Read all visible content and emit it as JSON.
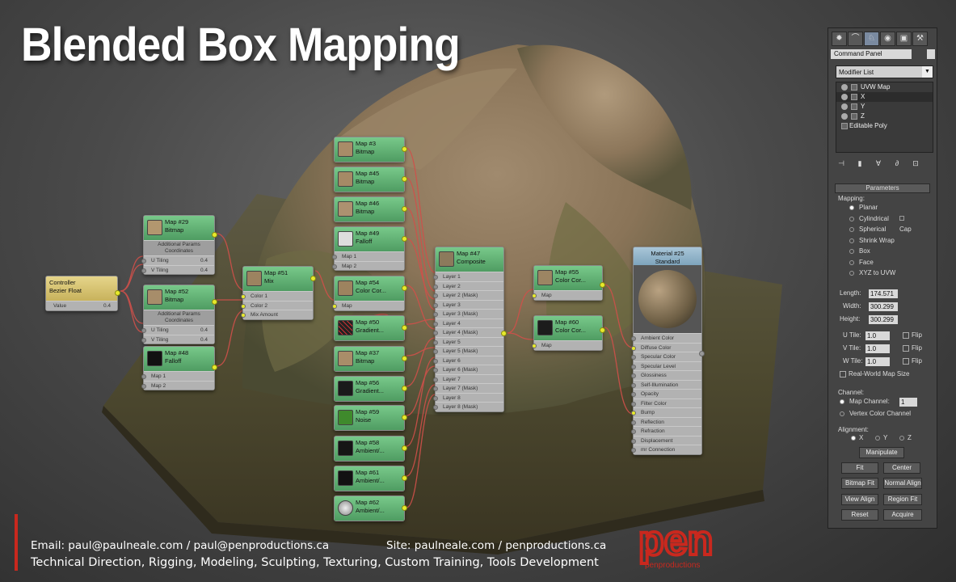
{
  "title": "Blended Box Mapping",
  "colors": {
    "node_green": "#5aa66c",
    "pin_yellow": "#e7ea2c",
    "wire_red": "#d0504a",
    "accent_red": "#c9281e"
  },
  "nodes": {
    "controller": {
      "title1": "Controller",
      "title2": "Bezier Float",
      "row_label": "Value",
      "row_value": "0.4"
    },
    "map29": {
      "title1": "Map #29",
      "title2": "Bitmap",
      "sub": "Additional Params",
      "sub2": "Coordinates",
      "u_label": "U Tiling",
      "u_value": "0.4",
      "v_label": "V Tiling",
      "v_value": "0.4"
    },
    "map52": {
      "title1": "Map #52",
      "title2": "Bitmap",
      "sub": "Additional Params",
      "sub2": "Coordinates",
      "u_label": "U Tiling",
      "u_value": "0.4",
      "v_label": "V Tiling",
      "v_value": "0.4"
    },
    "map48": {
      "title1": "Map #48",
      "title2": "Falloff",
      "row1": "Map 1",
      "row2": "Map 2"
    },
    "map51": {
      "title1": "Map #51",
      "title2": "Mix",
      "row1": "Color 1",
      "row2": "Color 2",
      "row3": "Mix Amount"
    },
    "map3": {
      "title1": "Map #3",
      "title2": "Bitmap"
    },
    "map45": {
      "title1": "Map #45",
      "title2": "Bitmap"
    },
    "map46": {
      "title1": "Map #46",
      "title2": "Bitmap"
    },
    "map49": {
      "title1": "Map #49",
      "title2": "Falloff",
      "row1": "Map 1",
      "row2": "Map 2"
    },
    "map54": {
      "title1": "Map #54",
      "title2": "Color Cor...",
      "row1": "Map"
    },
    "map50": {
      "title1": "Map #50",
      "title2": "Gradient..."
    },
    "map37": {
      "title1": "Map #37",
      "title2": "Bitmap"
    },
    "map56": {
      "title1": "Map #56",
      "title2": "Gradient..."
    },
    "map59": {
      "title1": "Map #59",
      "title2": "Noise"
    },
    "map58": {
      "title1": "Map #58",
      "title2": "Ambient/..."
    },
    "map61": {
      "title1": "Map #61",
      "title2": "Ambient/..."
    },
    "map62": {
      "title1": "Map #62",
      "title2": "Ambient/..."
    },
    "map47": {
      "title1": "Map #47",
      "title2": "Composite",
      "layers": [
        "Layer 1",
        "Layer 2",
        "Layer 2 (Mask)",
        "Layer 3",
        "Layer 3 (Mask)",
        "Layer 4",
        "Layer 4 (Mask)",
        "Layer 5",
        "Layer 5 (Mask)",
        "Layer 6",
        "Layer 6 (Mask)",
        "Layer 7",
        "Layer 7 (Mask)",
        "Layer 8",
        "Layer 8 (Mask)"
      ]
    },
    "map55": {
      "title1": "Map #55",
      "title2": "Color Cor...",
      "row1": "Map"
    },
    "map60": {
      "title1": "Map #60",
      "title2": "Color Cor...",
      "row1": "Map"
    },
    "material25": {
      "title1": "Material #25",
      "title2": "Standard",
      "slots": [
        "Ambient Color",
        "Diffuse Color",
        "Specular Color",
        "Specular Level",
        "Glossiness",
        "Self-Illumination",
        "Opacity",
        "Filter Color",
        "Bump",
        "Reflection",
        "Refraction",
        "Displacement",
        "mr Connection"
      ]
    }
  },
  "command_panel": {
    "tabs": [
      "✹",
      "⌒",
      "♘",
      "◉",
      "▣",
      "⚒"
    ],
    "label": "Command Panel",
    "modifier_list": "Modifier List",
    "stack": [
      "UVW Map",
      "X",
      "Y",
      "Z",
      "Editable Poly"
    ],
    "stack_tools": [
      "⊣",
      "▮",
      "∀",
      "∂",
      "⊡"
    ],
    "rollout": "Parameters",
    "mapping_label": "Mapping:",
    "mapping_options": [
      "Planar",
      "Cylindrical",
      "Spherical",
      "Shrink Wrap",
      "Box",
      "Face",
      "XYZ to UVW"
    ],
    "mapping_selected": "Planar",
    "cap_label": "Cap",
    "length_label": "Length:",
    "length": "174.571",
    "width_label": "Width:",
    "width": "300.299",
    "height_label": "Height:",
    "height": "300.299",
    "u_tile_label": "U Tile:",
    "u_tile": "1.0",
    "v_tile_label": "V Tile:",
    "v_tile": "1.0",
    "w_tile_label": "W Tile:",
    "w_tile": "1.0",
    "flip_label": "Flip",
    "real_world": "Real-World Map Size",
    "channel_label": "Channel:",
    "map_channel_label": "Map Channel:",
    "map_channel": "1",
    "vertex_color": "Vertex Color Channel",
    "alignment_label": "Alignment:",
    "axes": [
      "X",
      "Y",
      "Z"
    ],
    "axis_selected": "X",
    "manipulate": "Manipulate",
    "fit": "Fit",
    "center": "Center",
    "bitmap_fit": "Bitmap Fit",
    "normal_align": "Normal Align",
    "view_align": "View Align",
    "region_fit": "Region Fit",
    "reset": "Reset",
    "acquire": "Acquire"
  },
  "footer": {
    "email": "Email: paul@paulneale.com / paul@penproductions.ca",
    "site": "Site: paulneale.com / penproductions.ca",
    "services": "Technical Direction, Rigging, Modeling, Sculpting, Texturing, Custom Training, Tools Development",
    "logo_word": "pen",
    "logo_sub": "penproductions"
  }
}
